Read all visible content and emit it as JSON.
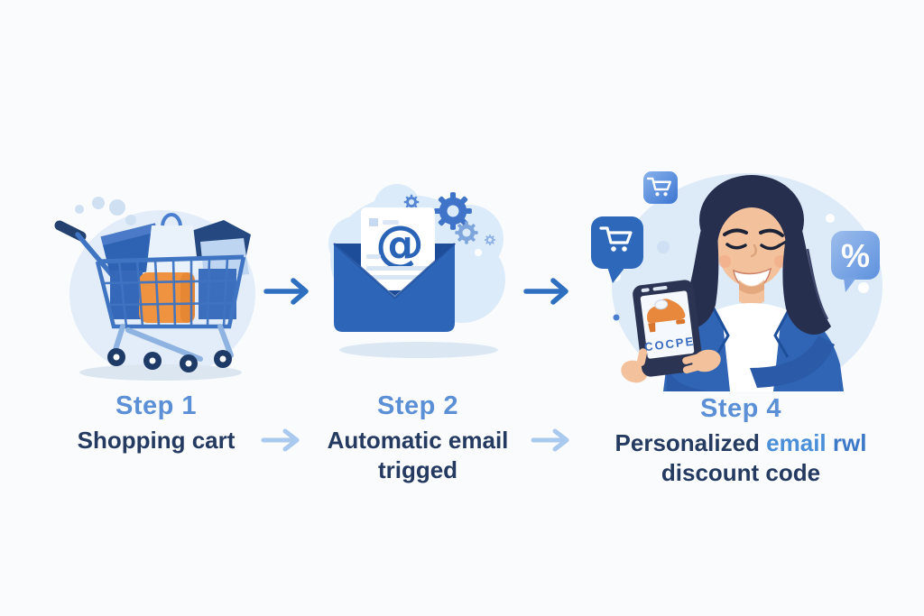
{
  "background_color": "#fafbfd",
  "colors": {
    "step_label": "#5b8fd6",
    "title_text": "#243a60",
    "email_highlight": "#4a8fd8",
    "arrow_primary": "#2e6fc0",
    "arrow_light": "#a9c9ef",
    "illustration_blue": "#2f66b5",
    "illustration_dark_navy": "#23406e",
    "accent_orange": "#ef9340",
    "blob_light_blue": "#ddeaf8"
  },
  "steps": [
    {
      "label": "Step 1",
      "line1": "Shopping cart",
      "line2": ""
    },
    {
      "label": "Step 2",
      "line1": "Automatic email",
      "line2": "trigged"
    },
    {
      "label": "Step 4",
      "line1_prefix": "Personalized ",
      "line1_highlight": "email",
      "line1_garbled": " rwl",
      "line2": "discount code"
    }
  ],
  "icons": {
    "at_symbol": "@",
    "percent_symbol": "%",
    "names": [
      "shopping-cart-icon",
      "email-envelope-icon",
      "at-icon",
      "gear-icon",
      "arrow-right-icon",
      "speech-bubble-cart-icon",
      "app-cart-icon",
      "percent-bubble-icon",
      "smartphone-icon",
      "shoe-icon"
    ]
  },
  "phone": {
    "coupon_text": "COCPE"
  }
}
